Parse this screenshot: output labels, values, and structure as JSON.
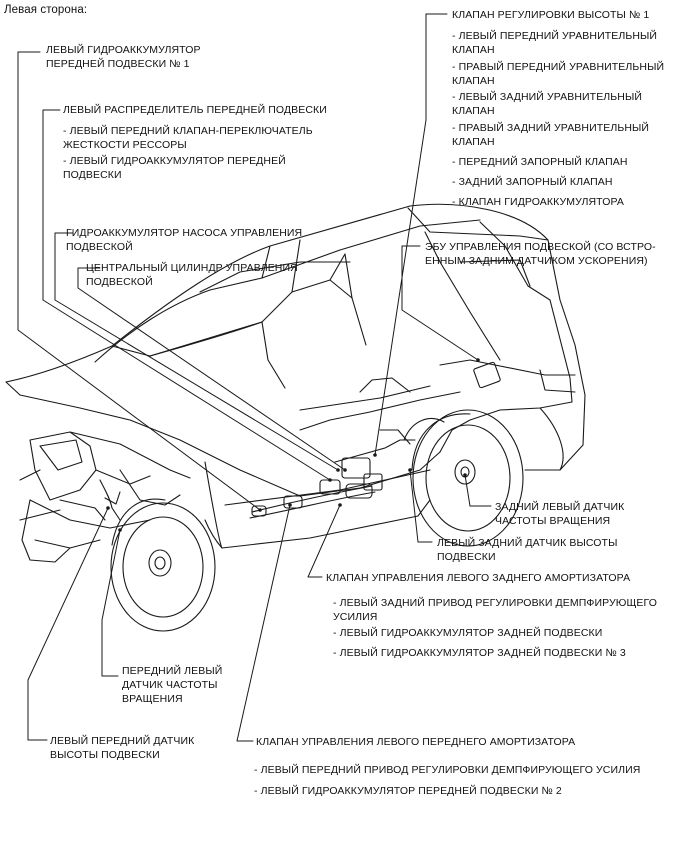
{
  "header": {
    "side_title": "Левая сторона:"
  },
  "labels": {
    "front_accumulator_1": [
      "ЛЕВЫЙ ГИДРОАККУМУЛЯТОР",
      "ПЕРЕДНЕЙ ПОДВЕСКИ № 1"
    ],
    "front_distributor": {
      "title": "ЛЕВЫЙ РАСПРЕДЕЛИТЕЛЬ ПЕРЕДНЕЙ ПОДВЕСКИ",
      "items": [
        [
          "- ЛЕВЫЙ ПЕРЕДНИЙ КЛАПАН-ПЕРЕКЛЮЧАТЕЛЬ",
          "ЖЕСТКОСТИ РЕССОРЫ"
        ],
        [
          "- ЛЕВЫЙ ГИДРОАККУМУЛЯТОР ПЕРЕДНЕЙ",
          "ПОДВЕСКИ"
        ]
      ]
    },
    "pump_accumulator": [
      "ГИДРОАККУМУЛЯТОР НАСОСА УПРАВЛЕНИЯ",
      "ПОДВЕСКОЙ"
    ],
    "central_cylinder": [
      "ЦЕНТРАЛЬНЫЙ ЦИЛИНДР УПРАВЛЕНИЯ",
      "ПОДВЕСКОЙ"
    ],
    "height_valve": {
      "title": "КЛАПАН РЕГУЛИРОВКИ ВЫСОТЫ № 1",
      "items": [
        [
          "- ЛЕВЫЙ ПЕРЕДНИЙ УРАВНИТЕЛЬНЫЙ",
          "КЛАПАН"
        ],
        [
          "- ПРАВЫЙ ПЕРЕДНИЙ УРАВНИТЕЛЬНЫЙ",
          "КЛАПАН"
        ],
        [
          "- ЛЕВЫЙ ЗАДНИЙ УРАВНИТЕЛЬНЫЙ",
          "КЛАПАН"
        ],
        [
          "- ПРАВЫЙ ЗАДНИЙ УРАВНИТЕЛЬНЫЙ",
          "КЛАПАН"
        ],
        [
          "- ПЕРЕДНИЙ ЗАПОРНЫЙ КЛАПАН"
        ],
        [
          "- ЗАДНИЙ ЗАПОРНЫЙ КЛАПАН"
        ],
        [
          "- КЛАПАН ГИДРОАККУМУЛЯТОРА"
        ]
      ]
    },
    "ecu": [
      "ЭБУ УПРАВЛЕНИЯ ПОДВЕСКОЙ (СО ВСТРО-",
      "ЕННЫМ ЗАДНИМ ДАТЧИКОМ УСКОРЕНИЯ)"
    ],
    "rear_speed_sensor": [
      "ЗАДНИЙ ЛЕВЫЙ ДАТЧИК",
      "ЧАСТОТЫ ВРАЩЕНИЯ"
    ],
    "rear_height_sensor": [
      "ЛЕВЫЙ ЗАДНИЙ ДАТЧИК ВЫСОТЫ",
      "ПОДВЕСКИ"
    ],
    "rear_damper_valve": {
      "title": "КЛАПАН УПРАВЛЕНИЯ ЛЕВОГО ЗАДНЕГО АМОРТИЗАТОРА",
      "items": [
        [
          "- ЛЕВЫЙ ЗАДНИЙ ПРИВОД РЕГУЛИРОВКИ ДЕМПФИРУЮЩЕГО",
          "УСИЛИЯ"
        ],
        [
          "- ЛЕВЫЙ ГИДРОАККУМУЛЯТОР ЗАДНЕЙ ПОДВЕСКИ"
        ],
        [
          "- ЛЕВЫЙ ГИДРОАККУМУЛЯТОР ЗАДНЕЙ ПОДВЕСКИ № 3"
        ]
      ]
    },
    "front_speed_sensor": [
      "ПЕРЕДНИЙ ЛЕВЫЙ",
      "ДАТЧИК ЧАСТОТЫ",
      "ВРАЩЕНИЯ"
    ],
    "front_height_sensor": [
      "ЛЕВЫЙ ПЕРЕДНИЙ ДАТЧИК",
      "ВЫСОТЫ ПОДВЕСКИ"
    ],
    "front_damper_valve": {
      "title": "КЛАПАН УПРАВЛЕНИЯ ЛЕВОГО ПЕРЕДНЕГО АМОРТИЗАТОРА",
      "items": [
        [
          "- ЛЕВЫЙ ПЕРЕДНИЙ ПРИВОД РЕГУЛИРОВКИ ДЕМПФИРУЮЩЕГО УСИЛИЯ"
        ],
        [
          "- ЛЕВЫЙ ГИДРОАККУМУЛЯТОР ПЕРЕДНЕЙ ПОДВЕСКИ № 2"
        ]
      ]
    }
  }
}
